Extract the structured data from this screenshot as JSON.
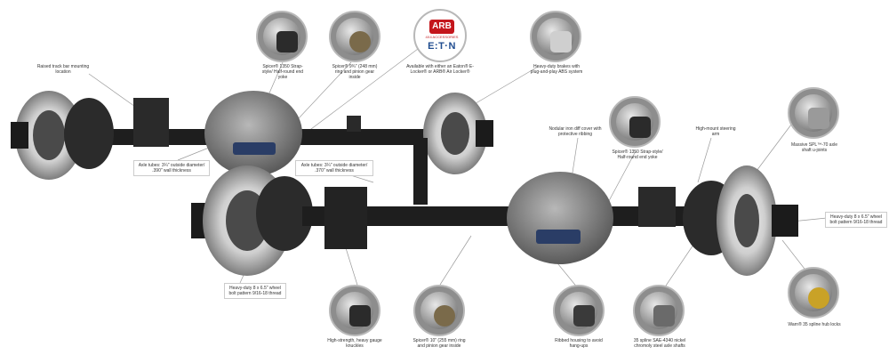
{
  "brand": {
    "arb_logo_text": "ARB",
    "arb_subtext": "4X4 ACCESSORIES",
    "eaton_logo_text": "E:T·N"
  },
  "labels": {
    "track_bar": "Raised track bar mounting location",
    "spicer_1350": "Spicer® 1350 Strap-style/ Half-round end yoke",
    "ring_pinion": "Spicer® 9¾\" (248 mm) ring and pinion gear inside",
    "lockers": "Available with either an Eaton® E-Locker® or ARB® Air Locker®",
    "brakes": "Heavy-duty brakes with plug-and-play ABS system",
    "axle_tubes_front": "Axle tubes: 3¼\" outside diameter/ .390\" wall thickness",
    "axle_tubes_rear": "Axle tubes: 3¼\" outside diameter/ .370\" wall thickness",
    "iron_cover": "Nodular iron diff cover with protective ribbing",
    "spicer_1350_rear": "Spicer® 1350 Strap-style/ Half-round end yoke",
    "steering_arm": "High-mount steering arm",
    "ujoint": "Massive SPL™-70 axle shaft u-joints",
    "bolt_pattern_right": "Heavy-duty 8 x 6.5\" wheel bolt pattern 9/16-18 thread",
    "bolt_pattern_left": "Heavy-duty 8 x 6.5\" wheel bolt pattern 9/16-18 thread",
    "knuckles": "High-strength, heavy gauge knuckles",
    "rear_gear": "Spicer® 10\" (255 mm) ring and pinion gear inside",
    "ribbed_housing": "Ribbed housing to avoid hang-ups",
    "axle_shafts": "35 spline SAE-4340 nickel chromoly steel axle shafts",
    "hub_locks": "Warn® 35 spline hub locks"
  },
  "colors": {
    "metal": "#8a8a8a",
    "frame": "#1e1e1e",
    "brand_red": "#c4161c",
    "eaton_blue": "#1f4c8f"
  }
}
